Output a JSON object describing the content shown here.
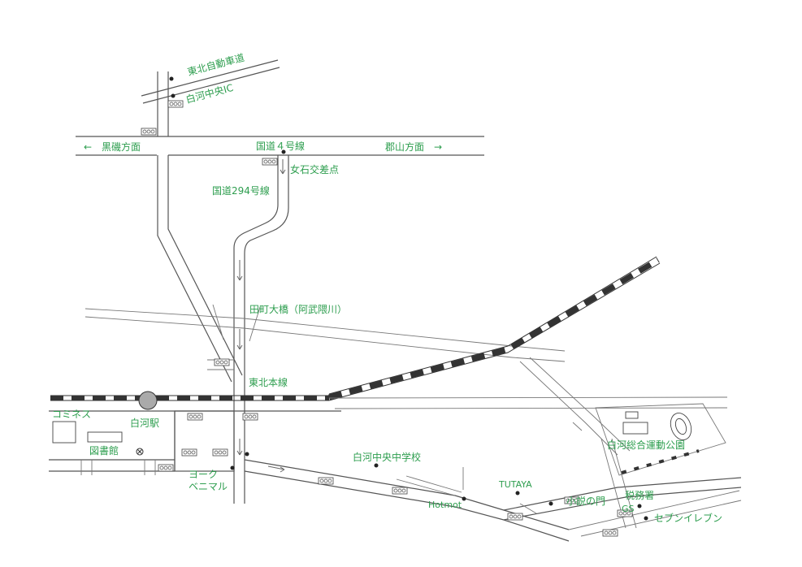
{
  "map": {
    "highway": "東北自動車道",
    "ic": "白河中央IC",
    "dir_west": "←　黒磯方面",
    "route4": "国道４号線",
    "dir_east": "郡山方面　→",
    "onna_ishi": "女石交差点",
    "route294": "国道294号線",
    "bridge": "田町大橋（阿武隈川）",
    "jr_line": "東北本線",
    "cominess": "コミネス",
    "station": "白河駅",
    "library": "図書館",
    "yorkbenimaru": "ヨーク\nベニマル",
    "school": "白河中央中学校",
    "tutaya": "TUTAYA",
    "hotmot": "Hotmot",
    "shosetsu": "小説の門",
    "tax": "税務署",
    "gs": "GS",
    "seven": "セブンイレブン",
    "park": "白河総合運動公園",
    "signal_label": "ooo"
  },
  "colors": {
    "label": "#2e9e4f",
    "road": "#555555",
    "rail_dark": "#333333"
  }
}
